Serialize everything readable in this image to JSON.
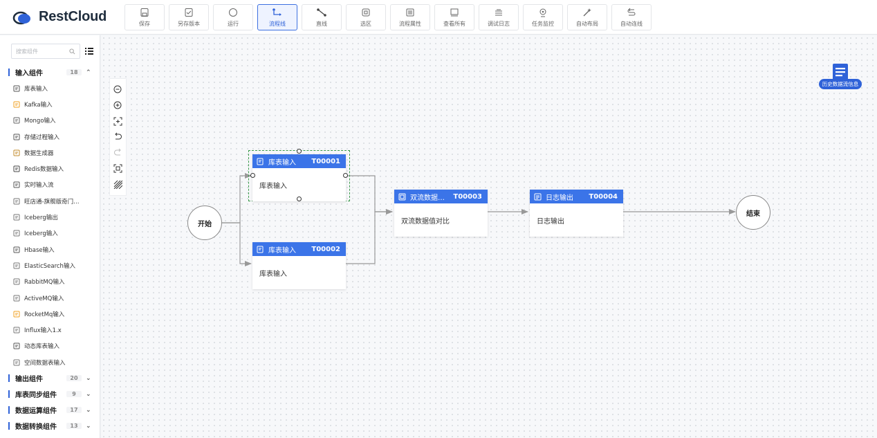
{
  "app": {
    "brand": "RestCloud",
    "brand_color": "#2f62d8"
  },
  "toolbar": [
    {
      "label": "保存",
      "icon": "save-icon"
    },
    {
      "label": "另存版本",
      "icon": "save-version-icon"
    },
    {
      "label": "运行",
      "icon": "run-icon"
    },
    {
      "label": "流程线",
      "icon": "flow-line-icon",
      "active": true
    },
    {
      "label": "直线",
      "icon": "straight-line-icon"
    },
    {
      "label": "选区",
      "icon": "select-area-icon"
    },
    {
      "label": "流程属性",
      "icon": "flow-properties-icon"
    },
    {
      "label": "查看所有",
      "icon": "view-all-icon"
    },
    {
      "label": "调试日志",
      "icon": "debug-log-icon"
    },
    {
      "label": "任务监控",
      "icon": "task-monitor-icon"
    },
    {
      "label": "自动布局",
      "icon": "auto-layout-icon"
    },
    {
      "label": "自动连线",
      "icon": "auto-connect-icon"
    }
  ],
  "sidebar": {
    "search_placeholder": "搜索组件",
    "input_group": {
      "title": "输入组件",
      "count": "18",
      "expanded": true
    },
    "items": [
      {
        "label": "库表输入",
        "icon": "table-input-icon"
      },
      {
        "label": "Kafka输入",
        "icon": "kafka-icon"
      },
      {
        "label": "Mongo输入",
        "icon": "mongo-icon"
      },
      {
        "label": "存储过程输入",
        "icon": "procedure-icon"
      },
      {
        "label": "数据生成器",
        "icon": "generator-icon"
      },
      {
        "label": "Redis数据输入",
        "icon": "redis-icon"
      },
      {
        "label": "实时输入流",
        "icon": "stream-icon"
      },
      {
        "label": "旺店通-旗舰版奇门…",
        "icon": "plugin-icon"
      },
      {
        "label": "Iceberg输出",
        "icon": "plugin-icon"
      },
      {
        "label": "Iceberg输入",
        "icon": "plugin-icon"
      },
      {
        "label": "Hbase输入",
        "icon": "table-input-icon"
      },
      {
        "label": "ElasticSearch输入",
        "icon": "plugin-icon"
      },
      {
        "label": "RabbitMQ输入",
        "icon": "plugin-icon"
      },
      {
        "label": "ActiveMQ输入",
        "icon": "plugin-icon"
      },
      {
        "label": "RocketMq输入",
        "icon": "rocketmq-icon"
      },
      {
        "label": "Influx输入1.x",
        "icon": "plugin-icon"
      },
      {
        "label": "动态库表输入",
        "icon": "table-input-icon"
      },
      {
        "label": "空间数据表输入",
        "icon": "plugin-icon"
      }
    ],
    "collapsed_groups": [
      {
        "title": "输出组件",
        "count": "20"
      },
      {
        "title": "库表同步组件",
        "count": "9"
      },
      {
        "title": "数据运算组件",
        "count": "17"
      },
      {
        "title": "数据转换组件",
        "count": "13"
      }
    ]
  },
  "canvas": {
    "history_label": "历史数据流信息",
    "start_label": "开始",
    "end_label": "结束",
    "nodes": [
      {
        "title": "库表输入",
        "code": "T00001",
        "body": "库表输入",
        "selected": true
      },
      {
        "title": "库表输入",
        "code": "T00002",
        "body": "库表输入"
      },
      {
        "title": "双流数据…",
        "code": "T00003",
        "body": "双流数据值对比"
      },
      {
        "title": "日志输出",
        "code": "T00004",
        "body": "日志输出"
      }
    ]
  }
}
